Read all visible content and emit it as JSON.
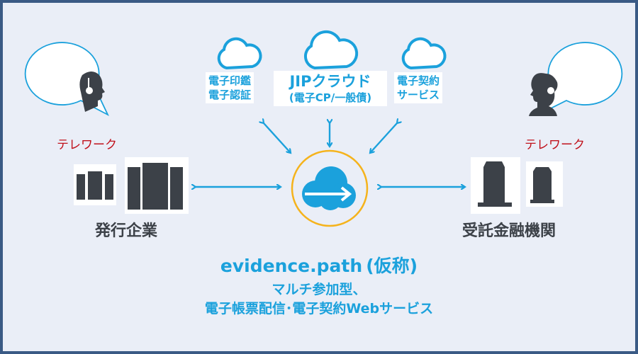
{
  "colors": {
    "accent": "#1ba1dc",
    "telework_text": "#c0111b",
    "icon_dark": "#3c4148",
    "hub_ring": "#f5b31c",
    "frame_border": "#3a5a85",
    "background": "#eaeef7"
  },
  "clouds": [
    {
      "lines": [
        "電子印鑑",
        "電子認証"
      ]
    },
    {
      "title": "JIPクラウド",
      "subtitle": "(電子CP/一般債)"
    },
    {
      "lines": [
        "電子契約",
        "サービス"
      ]
    }
  ],
  "left": {
    "telework": "テレワーク",
    "org": "発行企業",
    "icon": "male-operator-headset-icon"
  },
  "right": {
    "telework": "テレワーク",
    "org": "受託金融機関",
    "icon": "female-operator-headset-icon"
  },
  "hub": {
    "icon": "cloud-arrow-icon"
  },
  "footer": {
    "title": "evidence.path",
    "title_paren": "(仮称)",
    "line1": "マルチ参加型、",
    "line2": "電子帳票配信･電子契約Webサービス"
  }
}
